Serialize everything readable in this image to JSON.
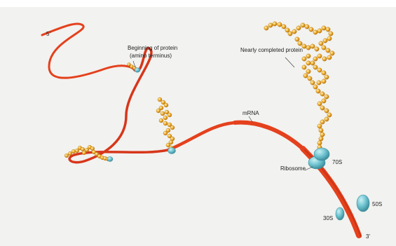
{
  "diagram": {
    "labels": {
      "five_prime": "5'",
      "three_prime": "3'",
      "beginning_line1": "Beginning of protein",
      "beginning_line2": "(amino terminus)",
      "nearly_completed": "Nearly completed protein",
      "mrna": "mRNA",
      "ribosome": "Ribosome",
      "s70": "70S",
      "s50": "50S",
      "s30": "30S"
    },
    "colors": {
      "mrna": "#e4411d",
      "mrna_dark": "#b8280e",
      "amino_acid": "#f0b030",
      "amino_acid_dark": "#b67510",
      "ribosome": "#6fc3d0",
      "ribosome_dark": "#3d8f9c",
      "background": "#f2f2f0"
    }
  }
}
